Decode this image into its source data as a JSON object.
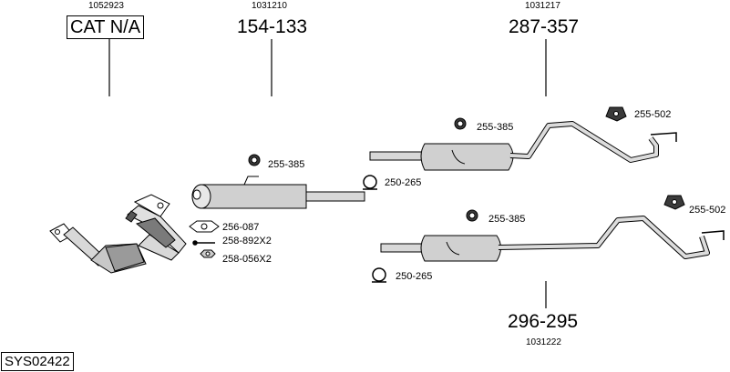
{
  "diagram_code": "SYS02422",
  "assemblies": [
    {
      "ref": "1052923",
      "part_no": "CAT N/A"
    },
    {
      "ref": "1031210",
      "part_no": "154-133"
    },
    {
      "ref": "1031217",
      "part_no": "287-357"
    },
    {
      "ref": "1031222",
      "part_no": "296-295"
    }
  ],
  "fittings": {
    "mount_a": "255-385",
    "mount_b": "255-385",
    "mount_c": "255-385",
    "clamp_a": "250-265",
    "clamp_b": "250-265",
    "hanger_a": "255-502",
    "hanger_b": "255-502",
    "gasket": "256-087",
    "bolt": "258-892X2",
    "nut": "258-056X2"
  },
  "colors": {
    "line": "#000000",
    "fill": "#cfcfcf",
    "dark": "#6a6a6a"
  }
}
